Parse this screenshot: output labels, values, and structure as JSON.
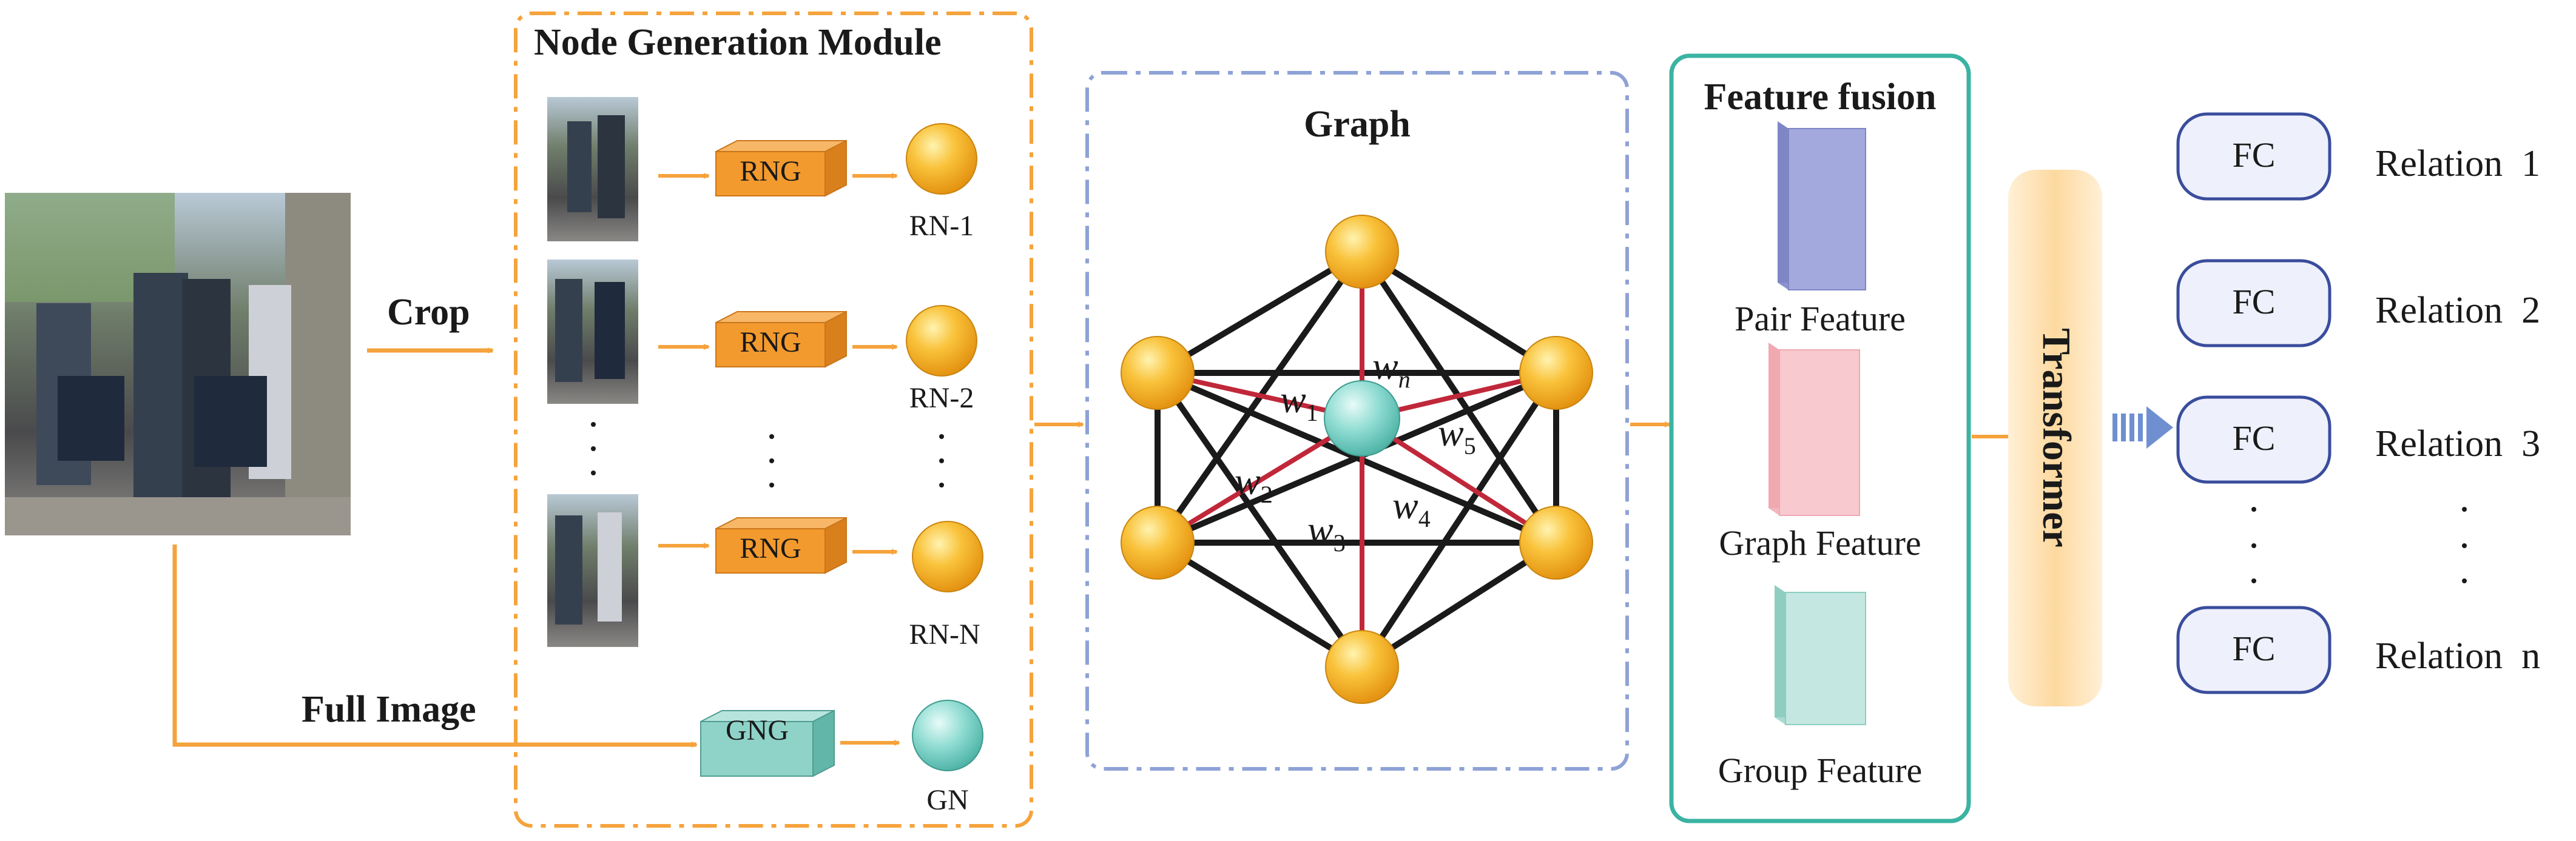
{
  "labels": {
    "crop": "Crop",
    "full_image": "Full Image",
    "node_module_title": "Node Generation Module",
    "rng": "RNG",
    "gng": "GNG",
    "rn1": "RN-1",
    "rn2": "RN-2",
    "rnN": "RN-N",
    "gn": "GN",
    "graph_title": "Graph",
    "fusion_title": "Feature fusion",
    "pair_feature": "Pair Feature",
    "graph_feature": "Graph Feature",
    "group_feature": "Group Feature",
    "transformer": "Transformer",
    "fc": "FC",
    "relation_1": "Relation  1",
    "relation_2": "Relation  2",
    "relation_3": "Relation  3",
    "relation_n": "Relation  n",
    "w1": "w",
    "w1_sub": "1",
    "w2": "w",
    "w2_sub": "2",
    "w3": "w",
    "w3_sub": "3",
    "w4": "w",
    "w4_sub": "4",
    "w5": "w",
    "w5_sub": "5",
    "wn": "w",
    "wn_sub": "n"
  },
  "colors": {
    "arrow": "#f5a33c",
    "module_border": "#f5a33c",
    "graph_border": "#8ea2d6",
    "fusion_border": "#3bb3a3",
    "rng_box": "#f39a2e",
    "gng_box": "#8fd3c8",
    "node_yellow": "#f8b62a",
    "node_teal": "#7fd1c7",
    "edge_black": "#1a1a1a",
    "edge_red": "#c0283a",
    "pair_plate": "#a3a9dc",
    "graph_plate": "#f8c9cf",
    "group_plate": "#c4e8e1",
    "transformer_fill": "#fde0b2",
    "fc_fill": "#eef0fb",
    "fc_border": "#3a4d9c"
  }
}
